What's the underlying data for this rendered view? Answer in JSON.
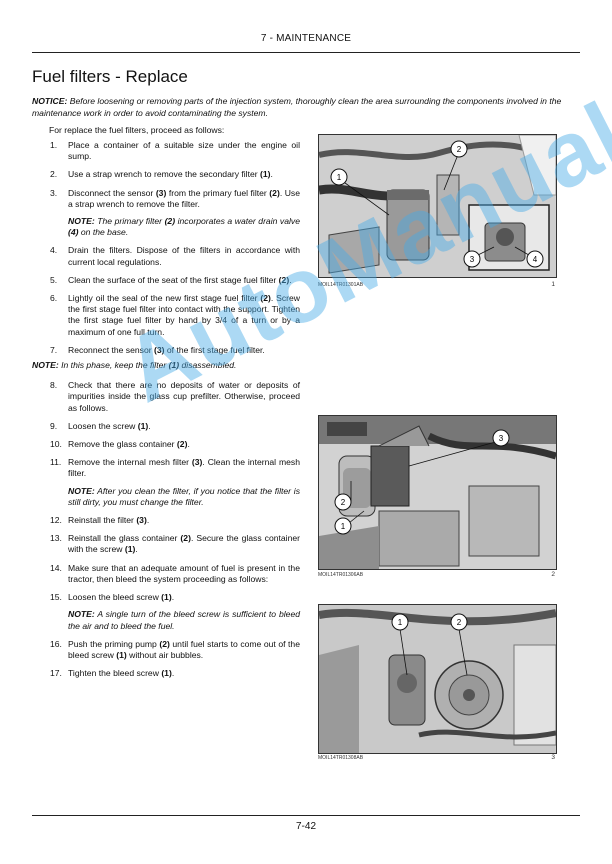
{
  "header": {
    "section": "7 - MAINTENANCE"
  },
  "title": "Fuel filters - Replace",
  "notice": {
    "label": "NOTICE:",
    "text": " Before loosening or removing parts of the injection system, thoroughly clean the area surrounding the components involved in the maintenance work in order to avoid contaminating the system."
  },
  "intro": "For replace the fuel filters, proceed as follows:",
  "steps": {
    "s1": {
      "num": "1.",
      "text": "Place a container of a suitable size under the engine oil sump."
    },
    "s2": {
      "num": "2.",
      "a": "Use a strap wrench to remove the secondary filter ",
      "b1": "(1)",
      "c": "."
    },
    "s3": {
      "num": "3.",
      "a": "Disconnect the sensor ",
      "b1": "(3)",
      "c": " from the primary fuel filter ",
      "b2": "(2)",
      "d": ".  Use a strap wrench to remove the filter.",
      "note_label": "NOTE:",
      "note_a": " The primary filter ",
      "note_b1": "(2)",
      "note_c": " incorporates a water drain valve ",
      "note_b2": "(4)",
      "note_d": " on the base."
    },
    "s4": {
      "num": "4.",
      "text": "Drain the filters.  Dispose of the filters in accordance with current local regulations."
    },
    "s5": {
      "num": "5.",
      "a": "Clean the surface of the seat of the first stage fuel filter ",
      "b1": "(2)",
      "c": "."
    },
    "s6": {
      "num": "6.",
      "a": "Lightly oil the seal of the new first stage fuel filter ",
      "b1": "(2)",
      "c": ".  Screw the first stage fuel filter into contact with the support.  Tighten the first stage fuel filter by hand by 3/4 of a turn or by a maximum of one full turn."
    },
    "s7": {
      "num": "7.",
      "a": "Reconnect the sensor ",
      "b1": "(3)",
      "c": " of the first stage fuel filter."
    },
    "note_mid": {
      "label": "NOTE:",
      "a": " In this phase, keep the filter ",
      "b1": "(1)",
      "c": " disassembled."
    },
    "s8": {
      "num": "8.",
      "text": "Check that there are no deposits of water or deposits of impurities inside the glass cup prefilter. Otherwise, proceed as follows."
    },
    "s9": {
      "num": "9.",
      "a": "Loosen the screw ",
      "b1": "(1)",
      "c": "."
    },
    "s10": {
      "num": "10.",
      "a": "Remove the glass container ",
      "b1": "(2)",
      "c": "."
    },
    "s11": {
      "num": "11.",
      "a": "Remove the internal mesh filter ",
      "b1": "(3)",
      "c": ".  Clean the internal mesh filter.",
      "note_label": "NOTE:",
      "note_text": " After you clean the filter, if you notice that the filter is still dirty, you must change the filter."
    },
    "s12": {
      "num": "12.",
      "a": "Reinstall the filter ",
      "b1": "(3)",
      "c": "."
    },
    "s13": {
      "num": "13.",
      "a": "Reinstall the glass container ",
      "b1": "(2)",
      "c": ".  Secure the glass container with the screw ",
      "b2": "(1)",
      "d": "."
    },
    "s14": {
      "num": "14.",
      "text": "Make sure that an adequate amount of fuel is present in the tractor, then bleed the system proceeding as follows:"
    },
    "s15": {
      "num": "15.",
      "a": "Loosen the bleed screw ",
      "b1": "(1)",
      "c": ".",
      "note_label": "NOTE:",
      "note_text": " A single turn of the bleed screw is sufficient to bleed the air and to bleed the fuel."
    },
    "s16": {
      "num": "16.",
      "a": "Push the priming pump ",
      "b1": "(2)",
      "c": " until fuel starts to come out of the bleed screw ",
      "b2": "(1)",
      "d": " without air bubbles."
    },
    "s17": {
      "num": "17.",
      "a": "Tighten the bleed screw ",
      "b1": "(1)",
      "c": "."
    }
  },
  "figures": {
    "f1": {
      "code": "MOIL14TR01301AB",
      "number": "1",
      "callouts": [
        "1",
        "2",
        "3",
        "4"
      ]
    },
    "f2": {
      "code": "MOIL14TR01306AB",
      "number": "2",
      "callouts": [
        "1",
        "2",
        "3"
      ]
    },
    "f3": {
      "code": "MOIL14TR01308AB",
      "number": "3",
      "callouts": [
        "1",
        "2"
      ]
    }
  },
  "watermark": "AutoManual",
  "footer": {
    "page": "7-42"
  }
}
